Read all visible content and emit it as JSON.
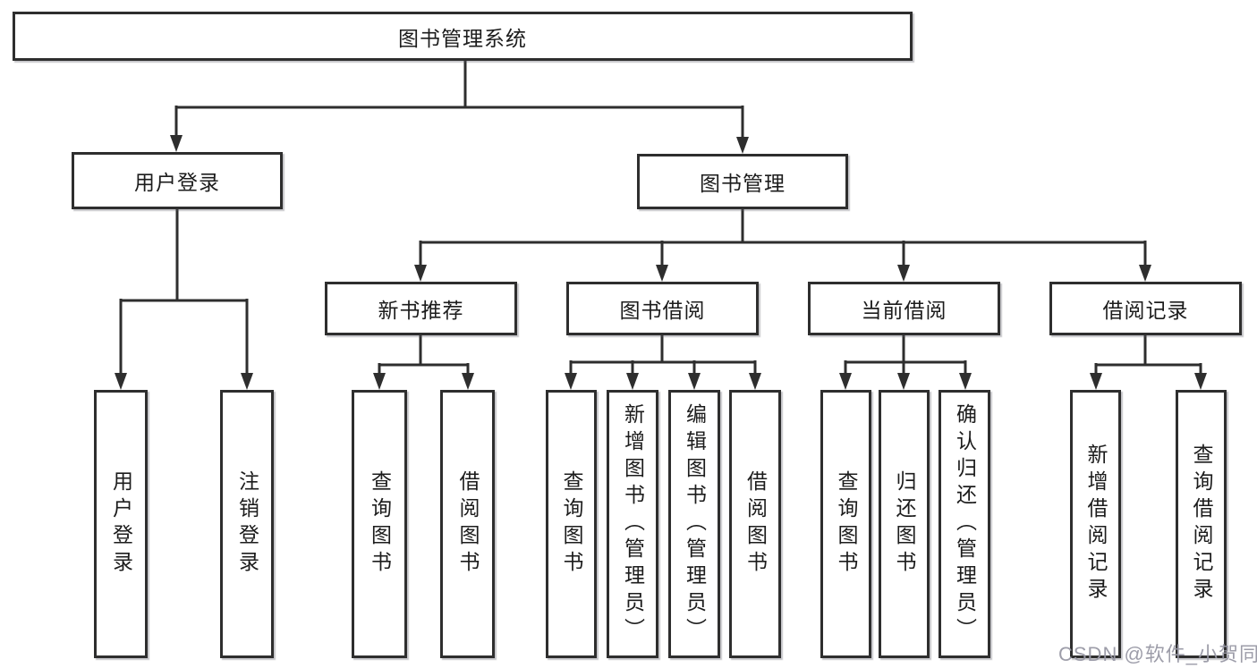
{
  "diagram_title": "图书管理系统",
  "nodes": {
    "root": "图书管理系统",
    "user_login_branch": "用户登录",
    "book_management_branch": "图书管理",
    "user_login_leaf": "用户登录",
    "logout_leaf": "注销登录",
    "new_book_recommend": "新书推荐",
    "book_borrowing": "图书借阅",
    "current_borrowing": "当前借阅",
    "borrowing_records": "借阅记录",
    "nbr_query_books": "查询图书",
    "nbr_borrow_books": "借阅图书",
    "bb_query_books": "查询图书",
    "bb_add_books_admin": "新增图书（管理员）",
    "bb_edit_books_admin": "编辑图书（管理员）",
    "bb_borrow_books": "借阅图书",
    "cb_query_books": "查询图书",
    "cb_return_books": "归还图书",
    "cb_confirm_return_admin": "确认归还（管理员）",
    "br_add_record": "新增借阅记录",
    "br_query_record": "查询借阅记录"
  },
  "watermark": "CSDN @软件_小贺同学",
  "colors": {
    "line": "#2e2e2e",
    "text": "#1c1c1c",
    "background": "#ffffff",
    "watermark": "#98a0a4"
  }
}
